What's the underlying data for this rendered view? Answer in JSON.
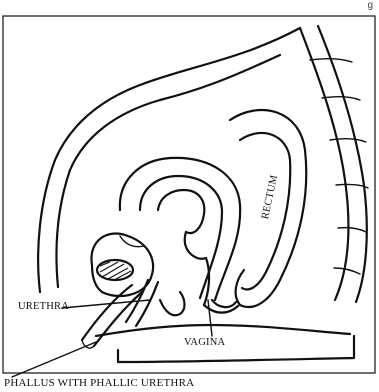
{
  "figure": {
    "caption_fragment": "g",
    "labels": {
      "urethra": "URETHRA",
      "vagina": "VAGINA",
      "rectum": "RECTUM",
      "phallus": "PHALLUS WITH PHALLIC URETHRA"
    }
  }
}
